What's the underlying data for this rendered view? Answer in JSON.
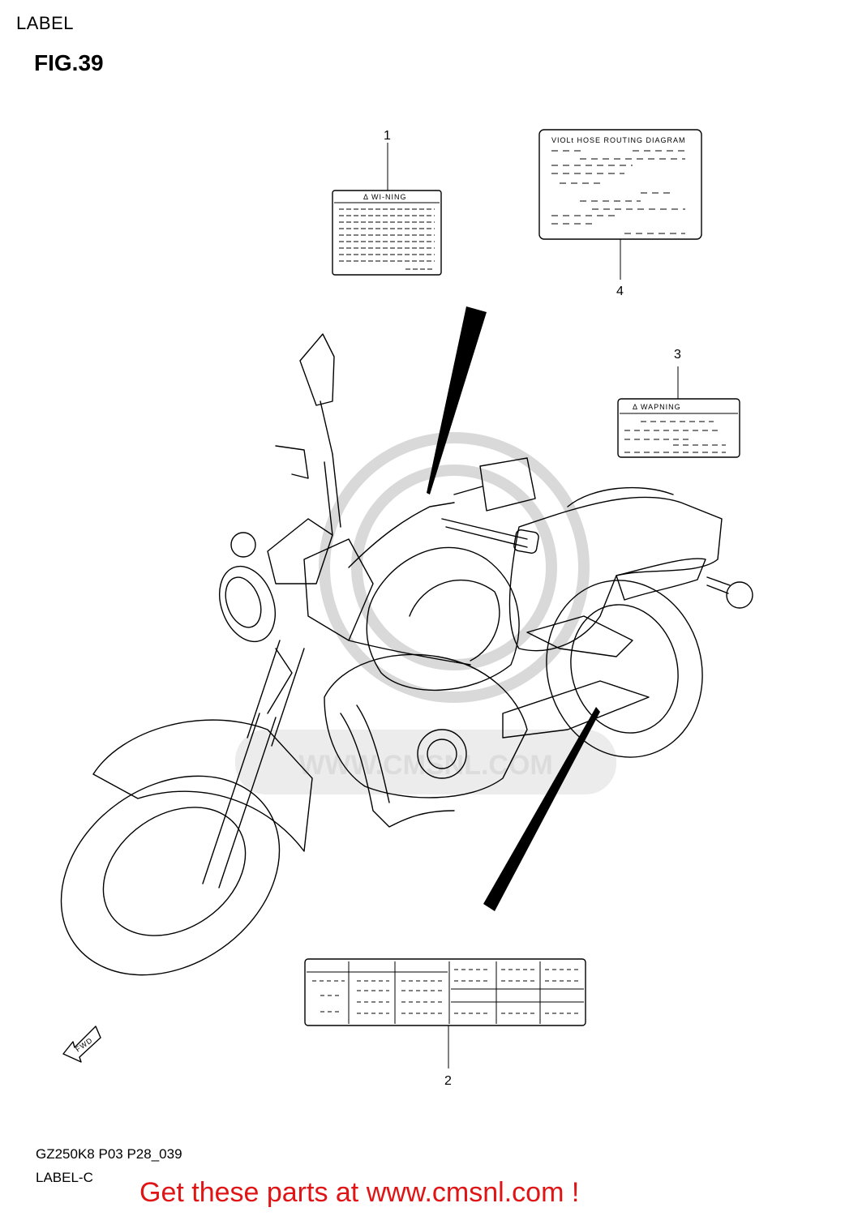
{
  "header": {
    "section": "LABEL",
    "figure": "FIG.39"
  },
  "callouts": {
    "c1": "1",
    "c2": "2",
    "c3": "3",
    "c4": "4"
  },
  "labels": {
    "label1_heading": "Δ WI-NING",
    "label3_heading": "Δ WAPNING",
    "label4_heading": "VIOLt HOSE ROUTING DIAGRAM"
  },
  "direction_marker": "FWD",
  "watermark": "WWW.CMSNL.COM",
  "footer": {
    "code": "GZ250K8 P03 P28_039",
    "sub": "LABEL-C",
    "link": "Get these parts at www.cmsnl.com !"
  }
}
